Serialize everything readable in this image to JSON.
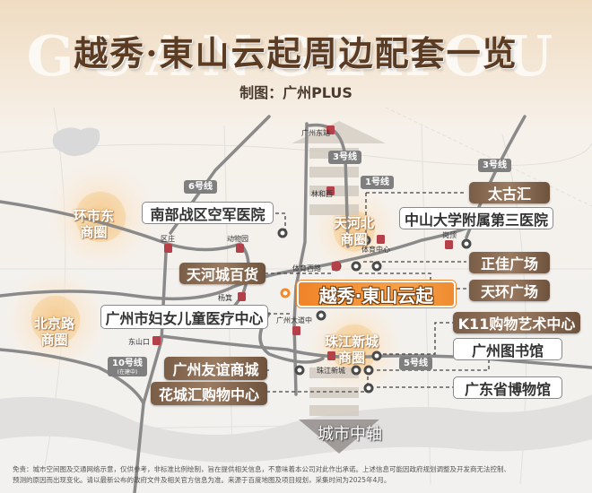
{
  "header": {
    "watermark": "GUANGZHOU",
    "title": "越秀·東山云起周边配套一览",
    "credit": "制图：广州PLUS"
  },
  "colors": {
    "brown_label": "#84674f",
    "orange_highlight": "#f28a2e",
    "metro_icon": "#b5404a",
    "line_tag": "#7f7f7f",
    "zone_glow": "#f5c98a"
  },
  "project": {
    "name": "越秀·東山云起"
  },
  "business_zones": [
    {
      "name_line1": "环市东",
      "name_line2": "商圈"
    },
    {
      "name_line1": "天河北",
      "name_line2": "商圈"
    },
    {
      "name_line1": "北京路",
      "name_line2": "商圈"
    },
    {
      "name_line1": "珠江新城",
      "name_line2": "商圈"
    }
  ],
  "metro_lines": [
    {
      "label": "6号线"
    },
    {
      "label": "3号线"
    },
    {
      "label": "1号线"
    },
    {
      "label": "3号线"
    },
    {
      "label": "10号线",
      "note": "(在建中)"
    },
    {
      "label": "5号线"
    }
  ],
  "stations": [
    {
      "name": "广州东站"
    },
    {
      "name": "林和西"
    },
    {
      "name": "区庄"
    },
    {
      "name": "动物园"
    },
    {
      "name": "体育中心"
    },
    {
      "name": "岗顶"
    },
    {
      "name": "体育西路"
    },
    {
      "name": "杨箕"
    },
    {
      "name": "广州大道中"
    },
    {
      "name": "东山口"
    },
    {
      "name": "珠江新城"
    }
  ],
  "facilities": {
    "commercial": [
      {
        "name": "太古汇"
      },
      {
        "name": "天河城百货"
      },
      {
        "name": "正佳广场"
      },
      {
        "name": "天环广场"
      },
      {
        "name": "K11购物艺术中心"
      },
      {
        "name": "广州友谊商城"
      },
      {
        "name": "花城汇购物中心"
      }
    ],
    "public": [
      {
        "name": "南部战区空军医院"
      },
      {
        "name": "中山大学附属第三医院"
      },
      {
        "name": "广州市妇女儿童医疗中心"
      },
      {
        "name": "广州图书馆"
      },
      {
        "name": "广东省博物馆"
      }
    ]
  },
  "axis_label": "城市中轴",
  "disclaimer": {
    "line1": "免责：城市空间图及交通网络示意，仅供参考，非标准比例绘制，旨在提供相关信息，不意味着本公司对此作出承诺。上述信息可能因政府规划调整及开发商无法控制、",
    "line2": "预测的原因而出现变化。请以最新公布的政府文件及相关官方信息为准。来源于百度地图及项目规划，采集时间为2025年4月。"
  }
}
